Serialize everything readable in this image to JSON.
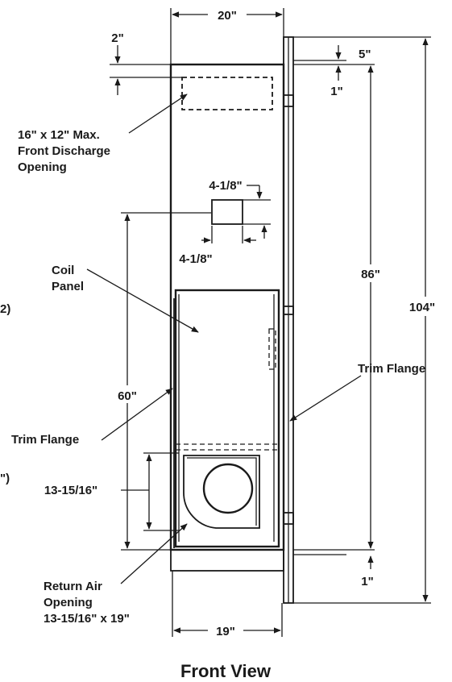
{
  "dimensions": {
    "overall_width": "20\"",
    "top_offset": "2\"",
    "flange_top": "5\"",
    "flange_step": "1\"",
    "port_width": "4-1/8\"",
    "port_height": "4-1/8\"",
    "height_86": "86\"",
    "height_104": "104\"",
    "height_60": "60\"",
    "return_height": "13-15/16\"",
    "flange_bottom": "1\"",
    "bottom_width": "19\""
  },
  "callouts": {
    "discharge_line1": "16\" x 12\" Max.",
    "discharge_line2": "Front Discharge",
    "discharge_line3": "Opening",
    "coil_line1": "Coil",
    "coil_line2": "Panel",
    "trim_flange_right": "Trim Flange",
    "trim_flange_left": "Trim Flange",
    "return_line1": "Return Air",
    "return_line2": "Opening",
    "return_line3": "13-15/16\" x 19\""
  },
  "edge_fragments": {
    "left_upper": "2)",
    "left_lower": "\")"
  },
  "caption": "Front View"
}
